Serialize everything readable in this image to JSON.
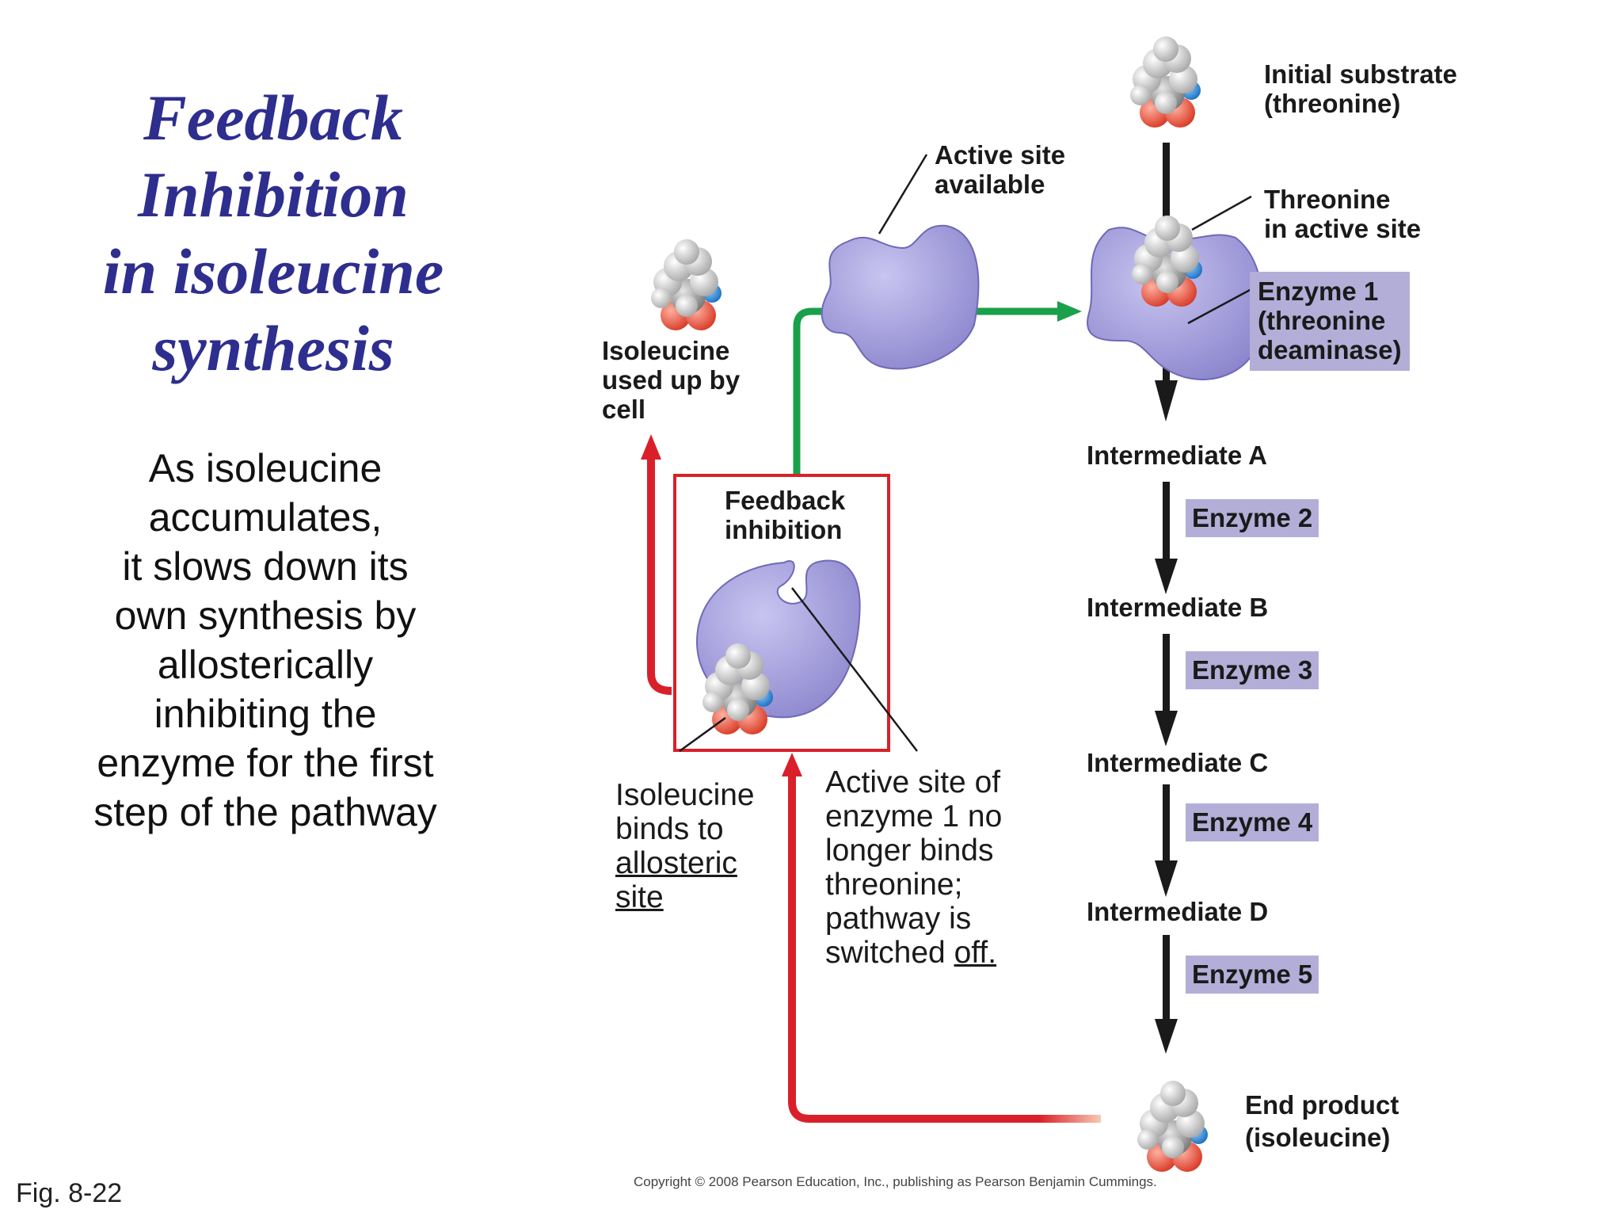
{
  "title": {
    "line1": "Feedback",
    "line2": "Inhibition",
    "line3": "in isoleucine",
    "line4": "synthesis"
  },
  "body_text": {
    "line1": "As isoleucine",
    "line2": "accumulates,",
    "line3": "it slows down its",
    "line4": "own synthesis by",
    "line5": "allosterically",
    "line6": "inhibiting the",
    "line7": "enzyme for the first",
    "line8": "step of the pathway"
  },
  "figure_label": "Fig. 8-22",
  "copyright": "Copyright © 2008 Pearson Education, Inc., publishing as Pearson Benjamin Cummings.",
  "labels": {
    "initial_substrate": {
      "line1": "Initial substrate",
      "line2": "(threonine)"
    },
    "threonine_active_site": {
      "line1": "Threonine",
      "line2": "in active site"
    },
    "enzyme1": {
      "line1": "Enzyme 1",
      "line2": "(threonine",
      "line3": "deaminase)"
    },
    "active_site_available": {
      "line1": "Active site",
      "line2": "available"
    },
    "isoleucine_used_up": {
      "line1": "Isoleucine",
      "line2": "used up by",
      "line3": "cell"
    },
    "feedback_inhibition": {
      "line1": "Feedback",
      "line2": "inhibition"
    },
    "isoleucine_binds": {
      "line1": "Isoleucine",
      "line2": "binds to",
      "line3": "allosteric",
      "line4": "site"
    },
    "active_site_enzyme1": {
      "line1": "Active site of",
      "line2": "enzyme 1 no",
      "line3": "longer binds",
      "line4": "threonine;",
      "line5_a": "pathway is",
      "line6_a": "switched ",
      "line6_b": "off."
    },
    "end_product": {
      "line1": "End product",
      "line2": "(isoleucine)"
    }
  },
  "pathway": {
    "intermediates": [
      "Intermediate A",
      "Intermediate B",
      "Intermediate C",
      "Intermediate D"
    ],
    "enzymes": [
      "Enzyme 2",
      "Enzyme 3",
      "Enzyme 4",
      "Enzyme 5"
    ]
  },
  "colors": {
    "title": "#2e2e8f",
    "enzyme_fill": "#9d98d8",
    "enzyme_label_bg": "#b3aed8",
    "feedback_arrow": "#d9202a",
    "activation_arrow": "#1aa04a",
    "pathway_arrow": "#1a1a1a"
  }
}
